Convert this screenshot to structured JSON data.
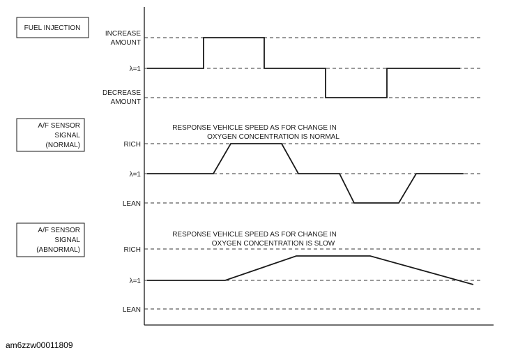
{
  "panels": [
    {
      "box_lines": [
        "FUEL INJECTION"
      ],
      "labels": {
        "high": [
          "INCREASE",
          "AMOUNT"
        ],
        "mid": [
          "λ=1"
        ],
        "low": [
          "DECREASE",
          "AMOUNT"
        ]
      },
      "note": []
    },
    {
      "box_lines": [
        "A/F SENSOR",
        "SIGNAL",
        "(NORMAL)"
      ],
      "labels": {
        "high": [
          "RICH"
        ],
        "mid": [
          "λ=1"
        ],
        "low": [
          "LEAN"
        ]
      },
      "note": [
        "RESPONSE VEHICLE SPEED AS FOR CHANGE IN",
        "OXYGEN CONCENTRATION IS NORMAL"
      ]
    },
    {
      "box_lines": [
        "A/F SENSOR",
        "SIGNAL",
        "(ABNORMAL)"
      ],
      "labels": {
        "high": [
          "RICH"
        ],
        "mid": [
          "λ=1"
        ],
        "low": [
          "LEAN"
        ]
      },
      "note": [
        "RESPONSE VEHICLE SPEED AS FOR CHANGE IN",
        "OXYGEN CONCENTRATION IS SLOW"
      ]
    }
  ],
  "footer_code": "am6zzw00011809",
  "colors": {
    "line": "#1a1a1a",
    "dash": "#333333"
  }
}
